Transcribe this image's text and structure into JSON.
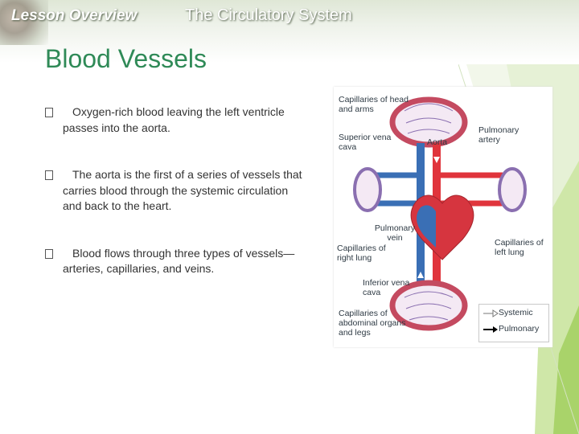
{
  "header": {
    "lesson_label": "Lesson Overview",
    "topic": "The Circulatory System"
  },
  "slide": {
    "title": "Blood Vessels",
    "bullets": [
      "Oxygen-rich blood leaving the left ventricle passes into the aorta.",
      "The aorta is the first of a series of vessels that carries blood through the systemic circulation and back to the heart.",
      "Blood flows through three types of vessels—arteries, capillaries, and veins."
    ]
  },
  "figure": {
    "labels": {
      "cap_head_arms": "Capillaries of head and arms",
      "superior_vena_cava": "Superior vena cava",
      "aorta": "Aorta",
      "pulmonary_artery": "Pulmonary artery",
      "pulmonary_vein": "Pulmonary vein",
      "cap_right_lung": "Capillaries of right lung",
      "cap_left_lung": "Capillaries of left lung",
      "inferior_vena_cava": "Inferior vena cava",
      "cap_abdominal": "Capillaries of abdominal organs and legs"
    },
    "legend": {
      "systemic": "Systemic",
      "pulmonary": "Pulmonary"
    },
    "colors": {
      "oxygenated": "#e0343c",
      "deoxygenated": "#3a6fb5",
      "capillary": "#8a6fb0"
    }
  },
  "colors": {
    "title": "#2f8a57",
    "accent_green": "#8cc63f"
  }
}
